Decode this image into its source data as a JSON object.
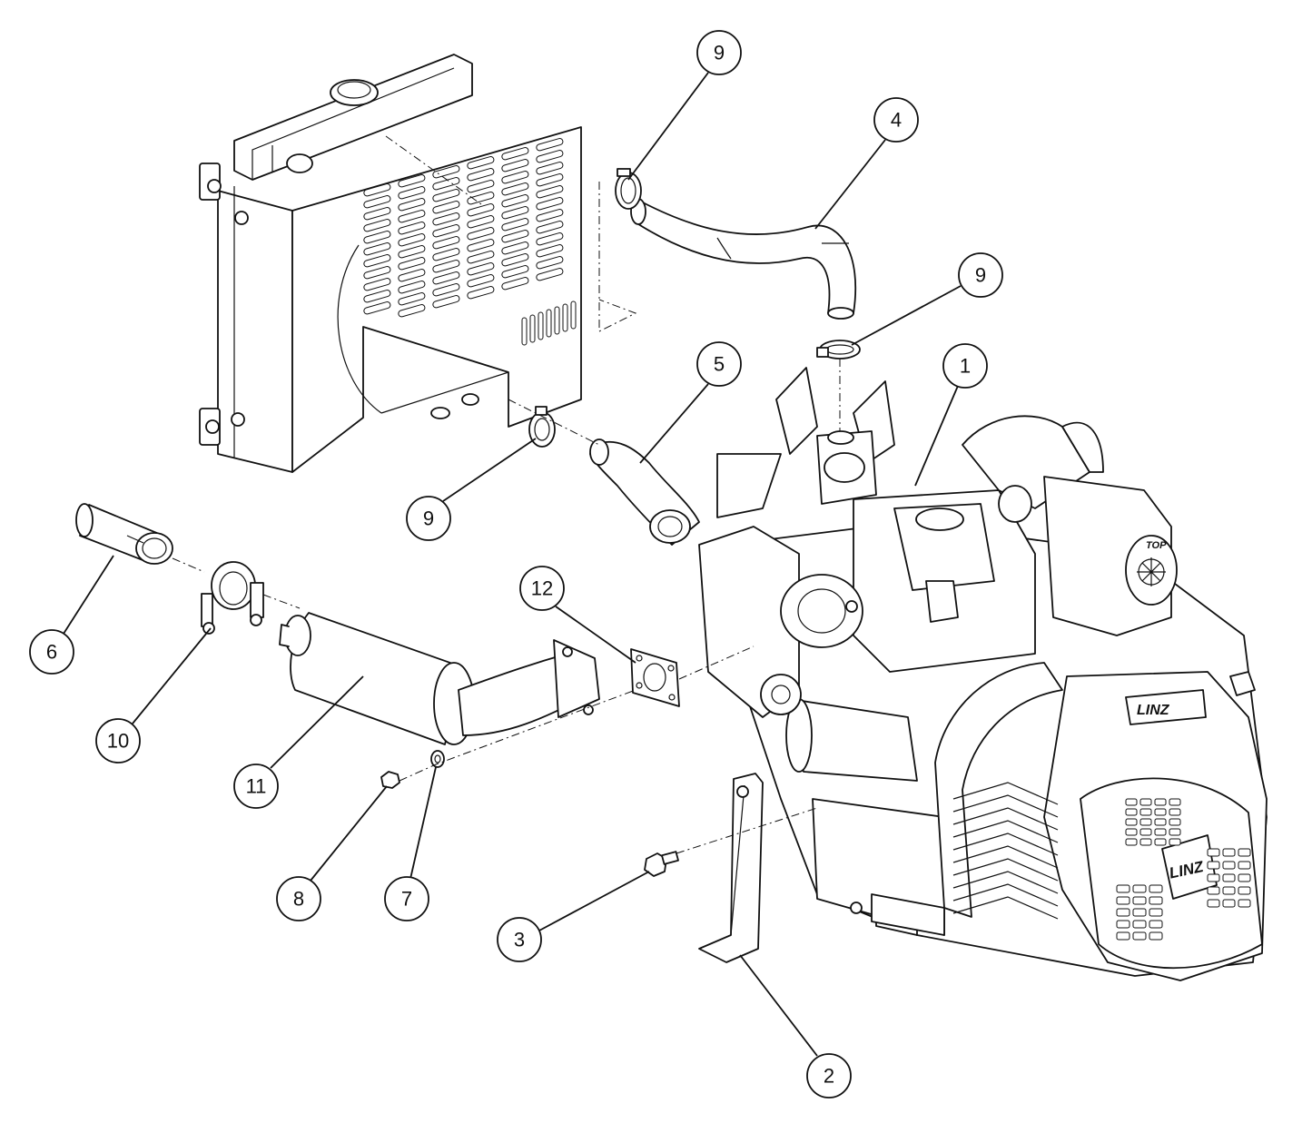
{
  "figure": {
    "callouts": [
      {
        "id": "c9a",
        "label": "9"
      },
      {
        "id": "c4",
        "label": "4"
      },
      {
        "id": "c9b",
        "label": "9"
      },
      {
        "id": "c1",
        "label": "1"
      },
      {
        "id": "c5",
        "label": "5"
      },
      {
        "id": "c9c",
        "label": "9"
      },
      {
        "id": "c6",
        "label": "6"
      },
      {
        "id": "c12",
        "label": "12"
      },
      {
        "id": "c10",
        "label": "10"
      },
      {
        "id": "c11",
        "label": "11"
      },
      {
        "id": "c8",
        "label": "8"
      },
      {
        "id": "c7",
        "label": "7"
      },
      {
        "id": "c3",
        "label": "3"
      },
      {
        "id": "c2",
        "label": "2"
      }
    ],
    "branding": {
      "shroud_logo": "LINZ",
      "filter_label": "TOP"
    }
  }
}
